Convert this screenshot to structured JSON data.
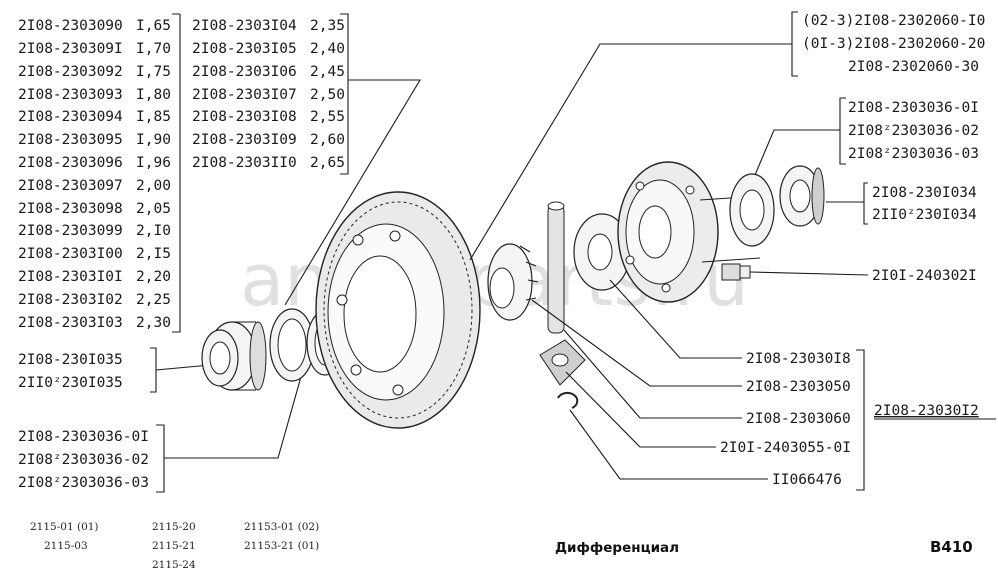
{
  "washers": {
    "col1": [
      {
        "part": "2I08-2303090",
        "size": "I,65"
      },
      {
        "part": "2I08-230309I",
        "size": "I,70"
      },
      {
        "part": "2I08-2303092",
        "size": "I,75"
      },
      {
        "part": "2I08-2303093",
        "size": "I,80"
      },
      {
        "part": "2I08-2303094",
        "size": "I,85"
      },
      {
        "part": "2I08-2303095",
        "size": "I,90"
      },
      {
        "part": "2I08-2303096",
        "size": "I,96"
      },
      {
        "part": "2I08-2303097",
        "size": "2,00"
      },
      {
        "part": "2I08-2303098",
        "size": "2,05"
      },
      {
        "part": "2I08-2303099",
        "size": "2,I0"
      },
      {
        "part": "2I08-2303I00",
        "size": "2,I5"
      },
      {
        "part": "2I08-2303I0I",
        "size": "2,20"
      },
      {
        "part": "2I08-2303I02",
        "size": "2,25"
      },
      {
        "part": "2I08-2303I03",
        "size": "2,30"
      }
    ],
    "col2": [
      {
        "part": "2I08-2303I04",
        "size": "2,35"
      },
      {
        "part": "2I08-2303I05",
        "size": "2,40"
      },
      {
        "part": "2I08-2303I06",
        "size": "2,45"
      },
      {
        "part": "2I08-2303I07",
        "size": "2,50"
      },
      {
        "part": "2I08-2303I08",
        "size": "2,55"
      },
      {
        "part": "2I08-2303I09",
        "size": "2,60"
      },
      {
        "part": "2I08-2303II0",
        "size": "2,65"
      }
    ]
  },
  "left_labels": {
    "bearing": [
      "2I08-230I035",
      "2II0ᶻ230I035"
    ],
    "ring": [
      "2I08-2303036-0I",
      "2I08ᶻ2303036-02",
      "2I08ᶻ2303036-03"
    ]
  },
  "right_labels": {
    "housing": [
      "(02-3)2I08-2302060-I0",
      "(0I-3)2I08-2302060-20",
      "2I08-2302060-30"
    ],
    "ring": [
      "2I08-2303036-0I",
      "2I08ᶻ2303036-02",
      "2I08ᶻ2303036-03"
    ],
    "bearing": [
      "2I08-230I034",
      "2II0ᶻ230I034"
    ],
    "bolt": "2I0I-240302I",
    "axle_gear": "2I08-23030I8",
    "pinion_shaft": "2I08-2303050",
    "pinion_gear": "2I08-2303060",
    "thrust_washer": "2I0I-2403055-0I",
    "snap_ring": "II066476",
    "assembly": "2I08-23030I2"
  },
  "models": {
    "col1": [
      "2115-01 (01)",
      "2115-03"
    ],
    "col2": [
      "2115-20",
      "2115-21",
      "2115-24"
    ],
    "col3": [
      "21153-01 (02)",
      "21153-21 (01)"
    ]
  },
  "title": "Дифференциал",
  "figure_code": "B410",
  "watermark": "ansat-parts.ru"
}
